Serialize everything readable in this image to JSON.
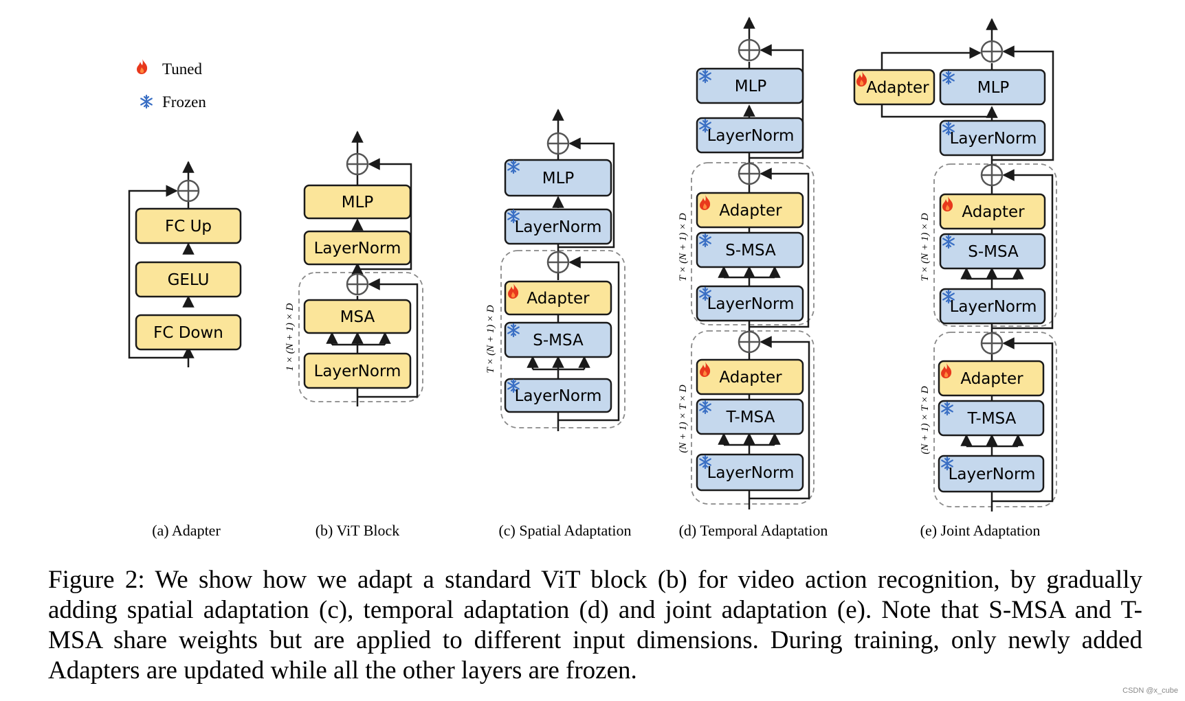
{
  "colors": {
    "tuned_fill": "#fbe59a",
    "frozen_fill": "#c5d8ed",
    "stroke": "#1a1a1a",
    "dashed": "#888888",
    "fire": "#e8381c",
    "snow": "#3a6fc4"
  },
  "legend": {
    "tuned": "Tuned",
    "frozen": "Frozen"
  },
  "panels": {
    "a": {
      "caption": "(a) Adapter",
      "fc_up": "FC Up",
      "gelu": "GELU",
      "fc_down": "FC Down"
    },
    "b": {
      "caption": "(b) ViT Block",
      "mlp": "MLP",
      "layernorm_top": "LayerNorm",
      "msa": "MSA",
      "layernorm_bottom": "LayerNorm",
      "dim": "1 × (N + 1) × D"
    },
    "c": {
      "caption": "(c) Spatial Adaptation",
      "mlp": "MLP",
      "layernorm_top": "LayerNorm",
      "adapter": "Adapter",
      "smsa": "S-MSA",
      "layernorm_bottom": "LayerNorm",
      "dim": "T × (N + 1) × D"
    },
    "d": {
      "caption": "(d) Temporal Adaptation",
      "mlp": "MLP",
      "layernorm_top": "LayerNorm",
      "adapter_s": "Adapter",
      "smsa": "S-MSA",
      "layernorm_s": "LayerNorm",
      "adapter_t": "Adapter",
      "tmsa": "T-MSA",
      "layernorm_t": "LayerNorm",
      "dim_s": "T × (N + 1) × D",
      "dim_t": "(N + 1) × T × D"
    },
    "e": {
      "caption": "(e) Joint Adaptation",
      "adapter_mlp": "Adapter",
      "mlp": "MLP",
      "layernorm_top": "LayerNorm",
      "adapter_s": "Adapter",
      "smsa": "S-MSA",
      "layernorm_s": "LayerNorm",
      "adapter_t": "Adapter",
      "tmsa": "T-MSA",
      "layernorm_t": "LayerNorm",
      "dim_s": "T × (N + 1) × D",
      "dim_t": "(N + 1) × T × D"
    }
  },
  "figure_caption": "Figure 2: We show how we adapt a standard ViT block (b) for video action recognition, by gradually adding spatial adaptation (c), temporal adaptation (d) and joint adaptation (e). Note that S-MSA and T-MSA share weights but are applied to different input dimensions. During training, only newly added Adapters are updated while all the other layers are frozen.",
  "watermark": "CSDN @x_cube"
}
